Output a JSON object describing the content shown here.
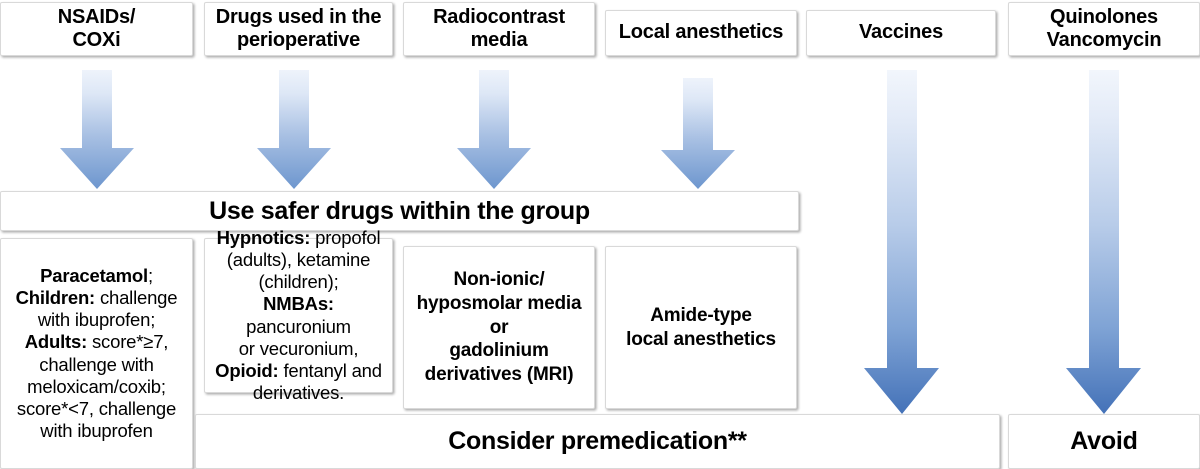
{
  "colors": {
    "arrow_top": "#e8effa",
    "arrow_mid": "#9bb7de",
    "arrow_bottom": "#4472b8",
    "box_border": "#d9d9d9",
    "text": "#000000",
    "background": "#ffffff"
  },
  "headers": [
    {
      "id": "nsaids",
      "line1": "NSAIDs/",
      "line2": "COXi"
    },
    {
      "id": "perioperative",
      "line1": "Drugs used in the",
      "line2": "perioperative"
    },
    {
      "id": "radiocontrast",
      "line1": "Radiocontrast",
      "line2": "media"
    },
    {
      "id": "local-anesthetics",
      "line1": "Local anesthetics",
      "line2": ""
    },
    {
      "id": "vaccines",
      "line1": "Vaccines",
      "line2": ""
    },
    {
      "id": "quinolones",
      "line1": "Quinolones",
      "line2": "Vancomycin"
    }
  ],
  "banners": {
    "safer_drugs": "Use safer drugs within the group",
    "premedication": "Consider premedication**",
    "avoid": "Avoid"
  },
  "details": {
    "nsaids": {
      "lines": [
        {
          "bold": "Paracetamol",
          "rest": ";"
        },
        {
          "bold": "Children:",
          "rest": " challenge"
        },
        {
          "bold": "",
          "rest": "with ibuprofen;"
        },
        {
          "bold": "Adults:",
          "rest": " score*≥7,"
        },
        {
          "bold": "",
          "rest": "challenge with"
        },
        {
          "bold": "",
          "rest": "meloxicam/coxib;"
        },
        {
          "bold": "",
          "rest": "score*<7, challenge"
        },
        {
          "bold": "",
          "rest": "with ibuprofen"
        }
      ]
    },
    "perioperative": {
      "lines": [
        {
          "bold": "Hypnotics:",
          "rest": " propofol"
        },
        {
          "bold": "",
          "rest": "(adults), ketamine"
        },
        {
          "bold": "",
          "rest": "(children);"
        },
        {
          "bold": "NMBAs:",
          "rest": " pancuronium"
        },
        {
          "bold": "",
          "rest": "or vecuronium,"
        },
        {
          "bold": "Opioid:",
          "rest": " fentanyl and"
        },
        {
          "bold": "",
          "rest": "derivatives."
        }
      ]
    },
    "radiocontrast": {
      "lines": [
        "Non-ionic/",
        "hyposmolar media",
        "or",
        "gadolinium",
        "derivatives (MRI)"
      ]
    },
    "local_anesthetics": {
      "lines": [
        "Amide-type",
        "local anesthetics"
      ]
    }
  },
  "arrows": [
    {
      "id": "arrow-nsaids",
      "type": "short"
    },
    {
      "id": "arrow-perioperative",
      "type": "short"
    },
    {
      "id": "arrow-radiocontrast",
      "type": "short"
    },
    {
      "id": "arrow-local-anesthetics",
      "type": "short"
    },
    {
      "id": "arrow-vaccines",
      "type": "long"
    },
    {
      "id": "arrow-quinolones",
      "type": "long"
    }
  ]
}
